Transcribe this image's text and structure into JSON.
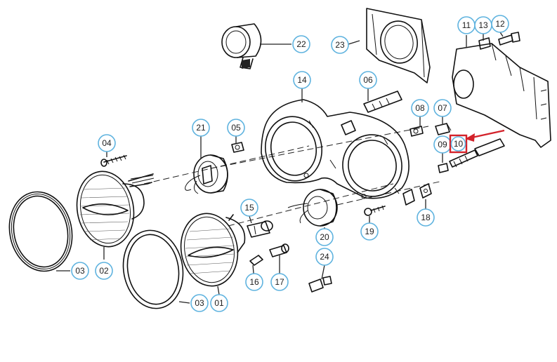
{
  "diagram": {
    "callouts": {
      "p01": "01",
      "p02": "02",
      "p03a": "03",
      "p03b": "03",
      "p04": "04",
      "p05": "05",
      "p06": "06",
      "p07": "07",
      "p08": "08",
      "p09": "09",
      "p10": "10",
      "p11": "11",
      "p12": "12",
      "p13": "13",
      "p14": "14",
      "p15": "15",
      "p16": "16",
      "p17": "17",
      "p18": "18",
      "p19": "19",
      "p20": "20",
      "p21": "21",
      "p22": "22",
      "p23": "23",
      "p24": "24"
    },
    "highlighted_part": "10",
    "colors": {
      "callout_border": "#5fb3df",
      "highlight": "#d3222a",
      "line": "#111111"
    }
  }
}
